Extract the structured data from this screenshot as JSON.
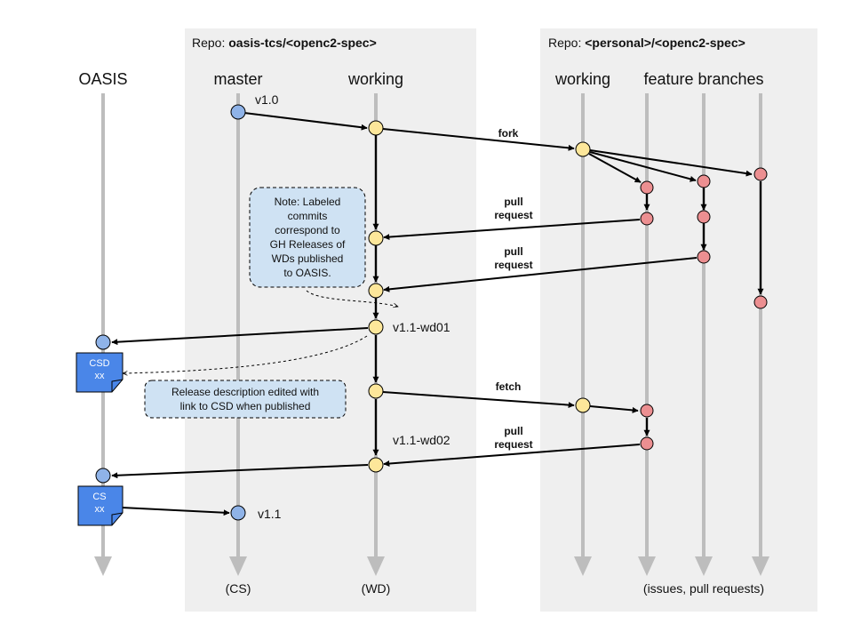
{
  "panels": {
    "upstream": {
      "prefix": "Repo: ",
      "name": "oasis-tcs/<openc2-spec>"
    },
    "personal": {
      "prefix": "Repo: ",
      "name": "<personal>/<openc2-spec>"
    }
  },
  "lanes": {
    "oasis": "OASIS",
    "master": "master",
    "working": "working",
    "personal_working": "working",
    "feature": "feature branches"
  },
  "footers": {
    "master": "(CS)",
    "working": "(WD)",
    "feature": "(issues, pull requests)"
  },
  "tags": {
    "v10": "v1.0",
    "wd01": "v1.1-wd01",
    "wd02": "v1.1-wd02",
    "v11": "v1.1"
  },
  "arrows": {
    "fork": "fork",
    "pr1_a": "pull",
    "pr1_b": "request",
    "pr2_a": "pull",
    "pr2_b": "request",
    "fetch": "fetch",
    "pr3_a": "pull",
    "pr3_b": "request"
  },
  "docs": {
    "csd_a": "CSD",
    "csd_b": "xx",
    "cs_a": "CS",
    "cs_b": "xx"
  },
  "notes": {
    "labeled": [
      "Note: Labeled",
      "commits",
      "correspond to",
      "GH Releases of",
      "WDs published",
      "to OASIS."
    ],
    "release": [
      "Release description edited with",
      "link to CSD when published"
    ]
  },
  "colors": {
    "panel": "#efefef",
    "lane": "#bdbdbd",
    "blue_commit": "#8fb3e8",
    "yellow_commit": "#fde79a",
    "red_commit": "#ec8f91",
    "doc": "#4a86e8",
    "note_fill": "#cfe2f3"
  }
}
